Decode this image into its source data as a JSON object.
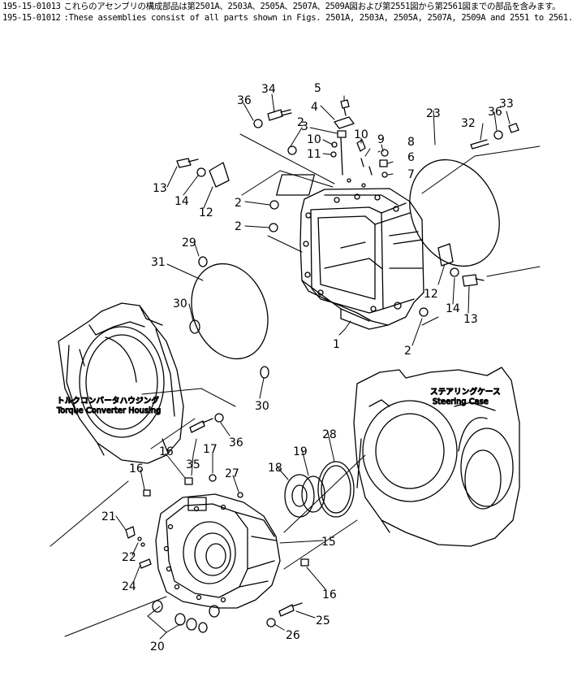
{
  "header": {
    "lines": [
      {
        "code": "195-15-01013",
        "text": "これらのアセンブリの構成部品は第2501A、2503A、2505A、2507A、2509A図および第2551図から第2561図までの部品を含みます。"
      },
      {
        "code": "195-15-01012",
        "text": ":These assemblies consist of all parts shown in Figs. 2501A, 2503A, 2505A, 2507A, 2509A and 2551 to 2561."
      }
    ]
  },
  "labels": {
    "torque_jp": "トルクコンバータハウジング",
    "torque_en": "Torque Converter Housing",
    "steering_jp": "ステアリングケース",
    "steering_en": "Steering Case"
  },
  "callouts": [
    {
      "key": "c34",
      "text": "34"
    },
    {
      "key": "c5",
      "text": "5"
    },
    {
      "key": "c36a",
      "text": "36"
    },
    {
      "key": "c4",
      "text": "4"
    },
    {
      "key": "c3",
      "text": "3"
    },
    {
      "key": "c2a",
      "text": "2"
    },
    {
      "key": "c10a",
      "text": "10"
    },
    {
      "key": "c10b",
      "text": "10"
    },
    {
      "key": "c11",
      "text": "11"
    },
    {
      "key": "c9",
      "text": "9"
    },
    {
      "key": "c8",
      "text": "8"
    },
    {
      "key": "c6",
      "text": "6"
    },
    {
      "key": "c7",
      "text": "7"
    },
    {
      "key": "c23",
      "text": "23"
    },
    {
      "key": "c32",
      "text": "32"
    },
    {
      "key": "c36b",
      "text": "36"
    },
    {
      "key": "c33",
      "text": "33"
    },
    {
      "key": "c13a",
      "text": "13"
    },
    {
      "key": "c14a",
      "text": "14"
    },
    {
      "key": "c12a",
      "text": "12"
    },
    {
      "key": "c2b",
      "text": "2"
    },
    {
      "key": "c2c",
      "text": "2"
    },
    {
      "key": "c29",
      "text": "29"
    },
    {
      "key": "c31",
      "text": "31"
    },
    {
      "key": "c30a",
      "text": "30"
    },
    {
      "key": "c12b",
      "text": "12"
    },
    {
      "key": "c14b",
      "text": "14"
    },
    {
      "key": "c13b",
      "text": "13"
    },
    {
      "key": "c1",
      "text": "1"
    },
    {
      "key": "c2d",
      "text": "2"
    },
    {
      "key": "c30b",
      "text": "30"
    },
    {
      "key": "c36c",
      "text": "36"
    },
    {
      "key": "c28",
      "text": "28"
    },
    {
      "key": "c19",
      "text": "19"
    },
    {
      "key": "c18",
      "text": "18"
    },
    {
      "key": "c16a",
      "text": "16"
    },
    {
      "key": "c17",
      "text": "17"
    },
    {
      "key": "c35",
      "text": "35"
    },
    {
      "key": "c27",
      "text": "27"
    },
    {
      "key": "c16b",
      "text": "16"
    },
    {
      "key": "c21",
      "text": "21"
    },
    {
      "key": "c22",
      "text": "22"
    },
    {
      "key": "c15",
      "text": "15"
    },
    {
      "key": "c24",
      "text": "24"
    },
    {
      "key": "c16c",
      "text": "16"
    },
    {
      "key": "c25",
      "text": "25"
    },
    {
      "key": "c26",
      "text": "26"
    },
    {
      "key": "c20",
      "text": "20"
    }
  ]
}
